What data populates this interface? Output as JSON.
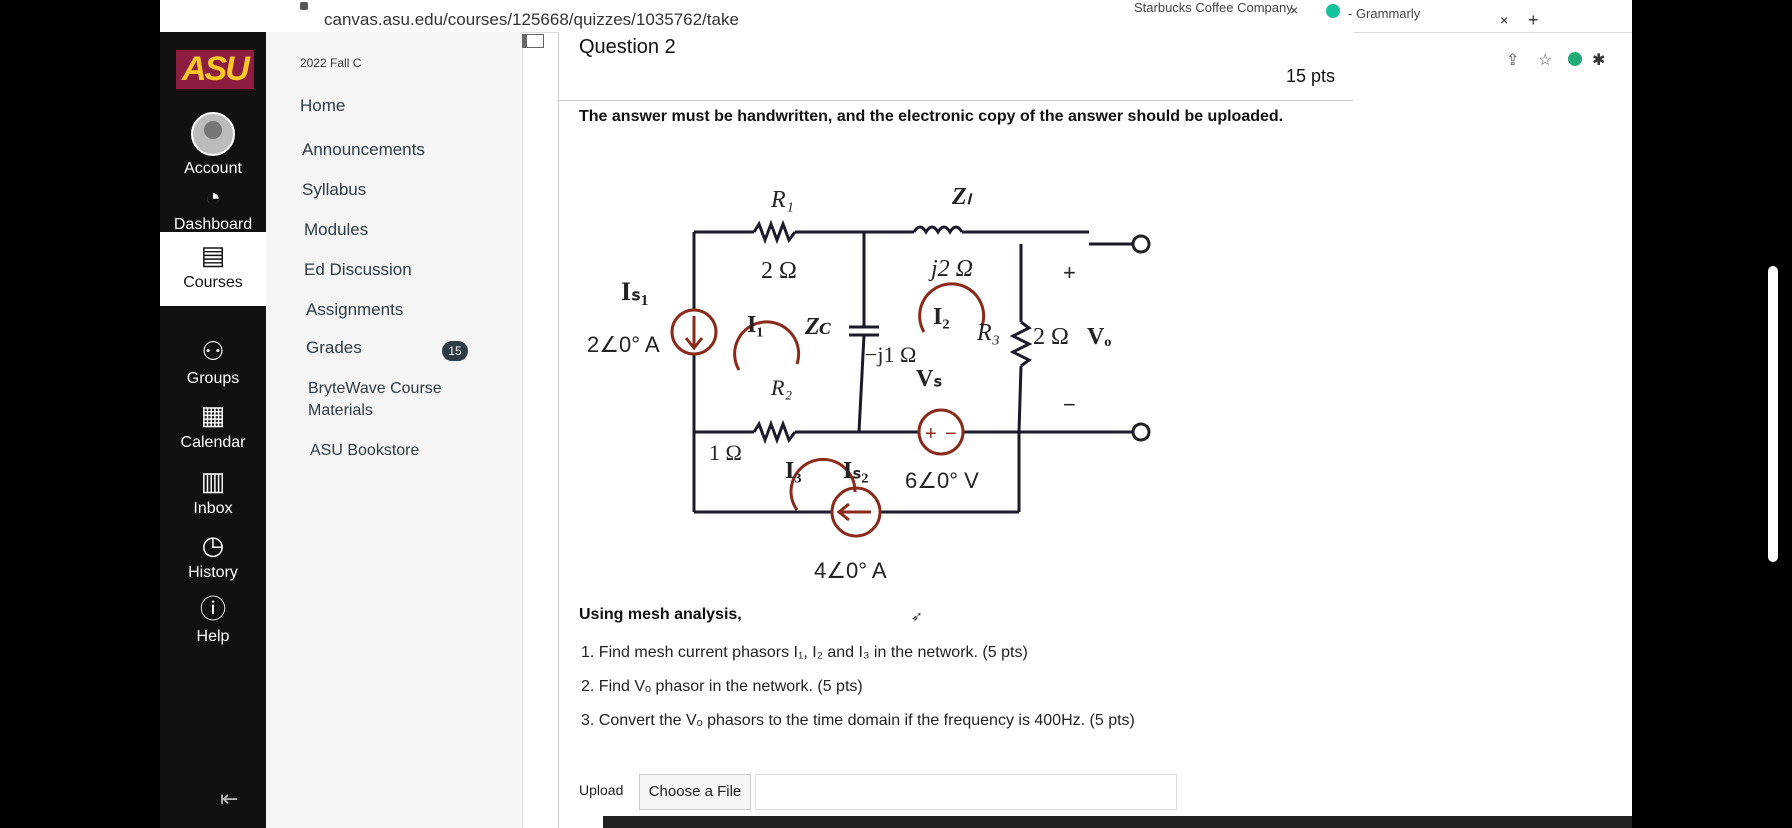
{
  "browser": {
    "url": "canvas.asu.edu/courses/125668/quizzes/1035762/take",
    "tabs": [
      {
        "label": "Starbucks Coffee Company"
      },
      {
        "label": "- Grammarly"
      }
    ]
  },
  "global_nav": {
    "logo": "ASU",
    "items": [
      {
        "label": "Account"
      },
      {
        "label": "Dashboard"
      },
      {
        "label": "Courses"
      },
      {
        "label": "Groups"
      },
      {
        "label": "Calendar"
      },
      {
        "label": "Inbox"
      },
      {
        "label": "History"
      },
      {
        "label": "Help"
      }
    ]
  },
  "course_nav": {
    "term": "2022 Fall C",
    "items": [
      {
        "label": "Home"
      },
      {
        "label": "Announcements"
      },
      {
        "label": "Syllabus"
      },
      {
        "label": "Modules"
      },
      {
        "label": "Ed Discussion"
      },
      {
        "label": "Assignments"
      },
      {
        "label": "Grades"
      },
      {
        "label": "BryteWave Course"
      },
      {
        "label": "Materials"
      },
      {
        "label": "ASU Bookstore"
      }
    ],
    "grades_badge": "15"
  },
  "question": {
    "title": "Question 2",
    "points": "15 pts",
    "instruction": "The answer must be handwritten, and the electronic copy of the answer should be uploaded.",
    "prompt": "Using mesh analysis,",
    "steps": [
      "1. Find mesh current phasors I₁, I₂ and I₃ in the network. (5 pts)",
      "2. Find Vₒ phasor in the network. (5 pts)",
      "3. Convert the Vₒ phasors to the time domain if the frequency is 400Hz. (5 pts)"
    ],
    "upload_label": "Upload",
    "choose_file": "Choose a File"
  },
  "circuit": {
    "R1": "R₁",
    "R1_val": "2 Ω",
    "ZL": "Zₗ",
    "ZL_val": "j2 Ω",
    "ZC": "Zᴄ",
    "ZC_val": "−j1 Ω",
    "R2": "R₂",
    "R2_val": "1 Ω",
    "R3": "R₃",
    "R3_val": "2 Ω",
    "IS1": "Iₛ₁",
    "IS1_val": "2∠0° A",
    "IS2": "Iₛ₂",
    "IS2_val": "4∠0° A",
    "VS": "Vₛ",
    "VS_val": "6∠0° V",
    "I1": "I₁",
    "I2": "I₂",
    "I3": "I₃",
    "Vo": "Vₒ",
    "plus": "+",
    "minus": "−"
  }
}
